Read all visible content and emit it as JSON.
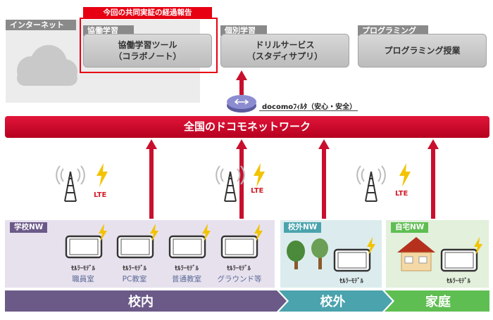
{
  "report_tag": "今回の共同実証の経過報告",
  "categories": {
    "internet": "インターネット",
    "collab": "協働学習",
    "individual": "個別学習",
    "programming": "プログラミング"
  },
  "services": {
    "collab_line1": "協働学習ツール",
    "collab_line2": "（コラボノート）",
    "drill_line1": "ドリルサービス",
    "drill_line2": "（スタディサプリ）",
    "programming": "プログラミング授業"
  },
  "filter_label": "docomoﾌｨﾙﾀ（安心・安全）",
  "network_band": "全国のドコモネットワーク",
  "lte": "LTE",
  "zones": {
    "school": "学校NW",
    "outside": "校外NW",
    "home": "自宅NW"
  },
  "device_label": "ｾﾙﾗｰﾓﾃﾞﾙ",
  "rooms": [
    "職員室",
    "PC教室",
    "普通教室",
    "グラウンド等"
  ],
  "bottom_bar": {
    "inside": "校内",
    "outside": "校外",
    "home": "家庭"
  },
  "colors": {
    "accent_red": "#e60012",
    "band_red": "#c8102e",
    "school_purple": "#6b5a88",
    "outside_teal": "#4aa3ad",
    "home_green": "#5fbe52"
  }
}
